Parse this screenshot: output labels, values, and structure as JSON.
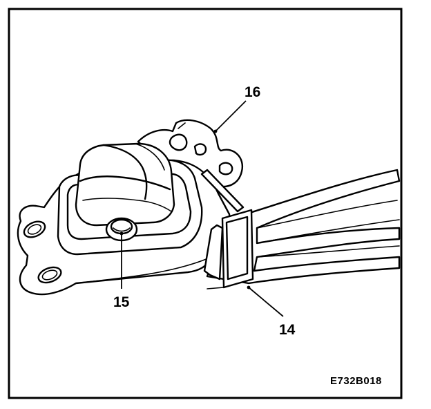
{
  "callouts": {
    "bracket": "16",
    "bolt": "15",
    "clamp": "14"
  },
  "figure_code": "E732B018",
  "colors": {
    "ink": "#000000",
    "paper": "#ffffff"
  }
}
